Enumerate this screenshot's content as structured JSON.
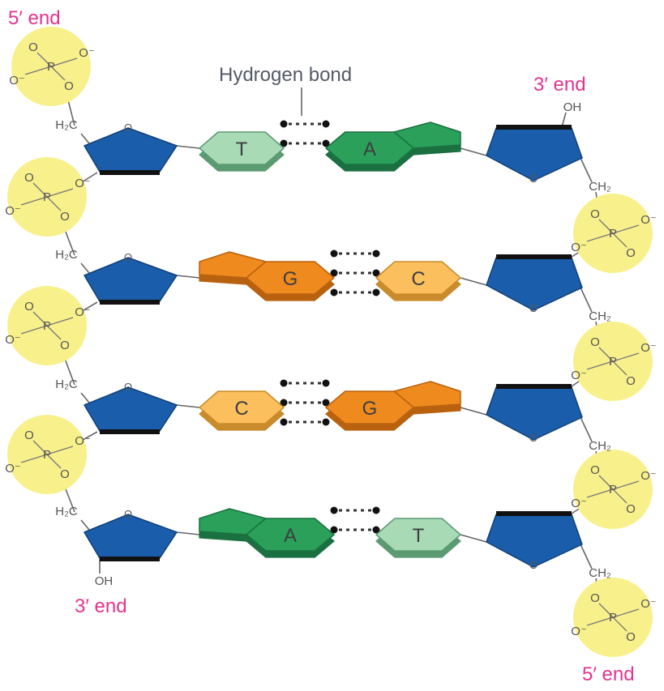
{
  "labels": {
    "five_prime_top": "5′ end",
    "three_prime_top": "3′ end",
    "three_prime_bottom": "3′ end",
    "five_prime_bottom": "5′ end",
    "hydrogen_bond": "Hydrogen bond"
  },
  "chem": {
    "phosphate_o": "O",
    "phosphate_o_minus": "O⁻",
    "phosphate_p": "P",
    "methylene_left": "H₂C",
    "methylene_right": "CH₂",
    "hydroxyl": "OH",
    "ring_oxygen": "O"
  },
  "base_pairs": [
    {
      "left": "T",
      "right": "A",
      "hbonds": 2
    },
    {
      "left": "G",
      "right": "C",
      "hbonds": 3
    },
    {
      "left": "C",
      "right": "G",
      "hbonds": 3
    },
    {
      "left": "A",
      "right": "T",
      "hbonds": 2
    }
  ],
  "colors": {
    "label_pink": "#e4338f",
    "phosphate_yellow": "#f8f08a",
    "sugar_blue": "#1a5eab",
    "adenine_green": "#2aa05a",
    "thymine_green": "#a7dab5",
    "guanine_orange": "#ef8a1e",
    "cytosine_orange": "#fbbf5e",
    "backbone_gray": "#666666"
  }
}
